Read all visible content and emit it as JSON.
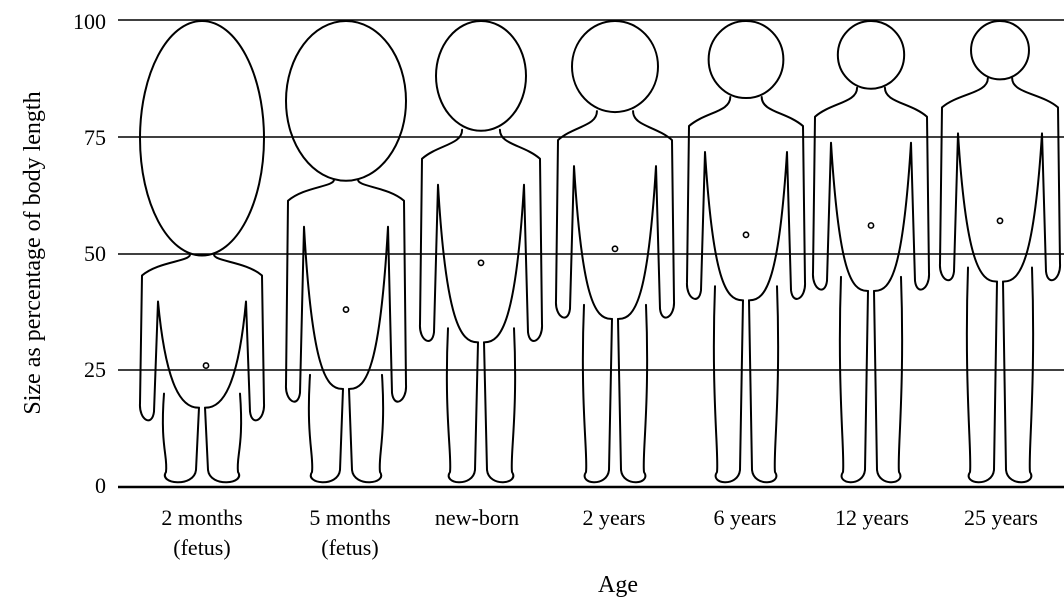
{
  "chart_data": {
    "type": "diagram",
    "ylabel": "Size as percentage of body length",
    "xlabel": "Age",
    "y_ticks": [
      "100",
      "75",
      "50",
      "25",
      "0"
    ],
    "ylim": [
      0,
      100
    ],
    "grid": true,
    "figures": [
      {
        "age_line1": "2 months",
        "age_line2": "(fetus)",
        "head_top": 100,
        "neck": 50,
        "crotch": 17,
        "midpoint": 26
      },
      {
        "age_line1": "5 months",
        "age_line2": "(fetus)",
        "head_top": 100,
        "neck": 66,
        "crotch": 21,
        "midpoint": 38
      },
      {
        "age_line1": "new-born",
        "age_line2": "",
        "head_top": 100,
        "neck": 75,
        "crotch": 31,
        "midpoint": 48
      },
      {
        "age_line1": "2 years",
        "age_line2": "",
        "head_top": 100,
        "neck": 79,
        "crotch": 36,
        "midpoint": 51
      },
      {
        "age_line1": "6 years",
        "age_line2": "",
        "head_top": 100,
        "neck": 82,
        "crotch": 40,
        "midpoint": 54
      },
      {
        "age_line1": "12 years",
        "age_line2": "",
        "head_top": 100,
        "neck": 84,
        "crotch": 42,
        "midpoint": 56
      },
      {
        "age_line1": "25 years",
        "age_line2": "",
        "head_top": 100,
        "neck": 86,
        "crotch": 44,
        "midpoint": 57
      }
    ]
  }
}
